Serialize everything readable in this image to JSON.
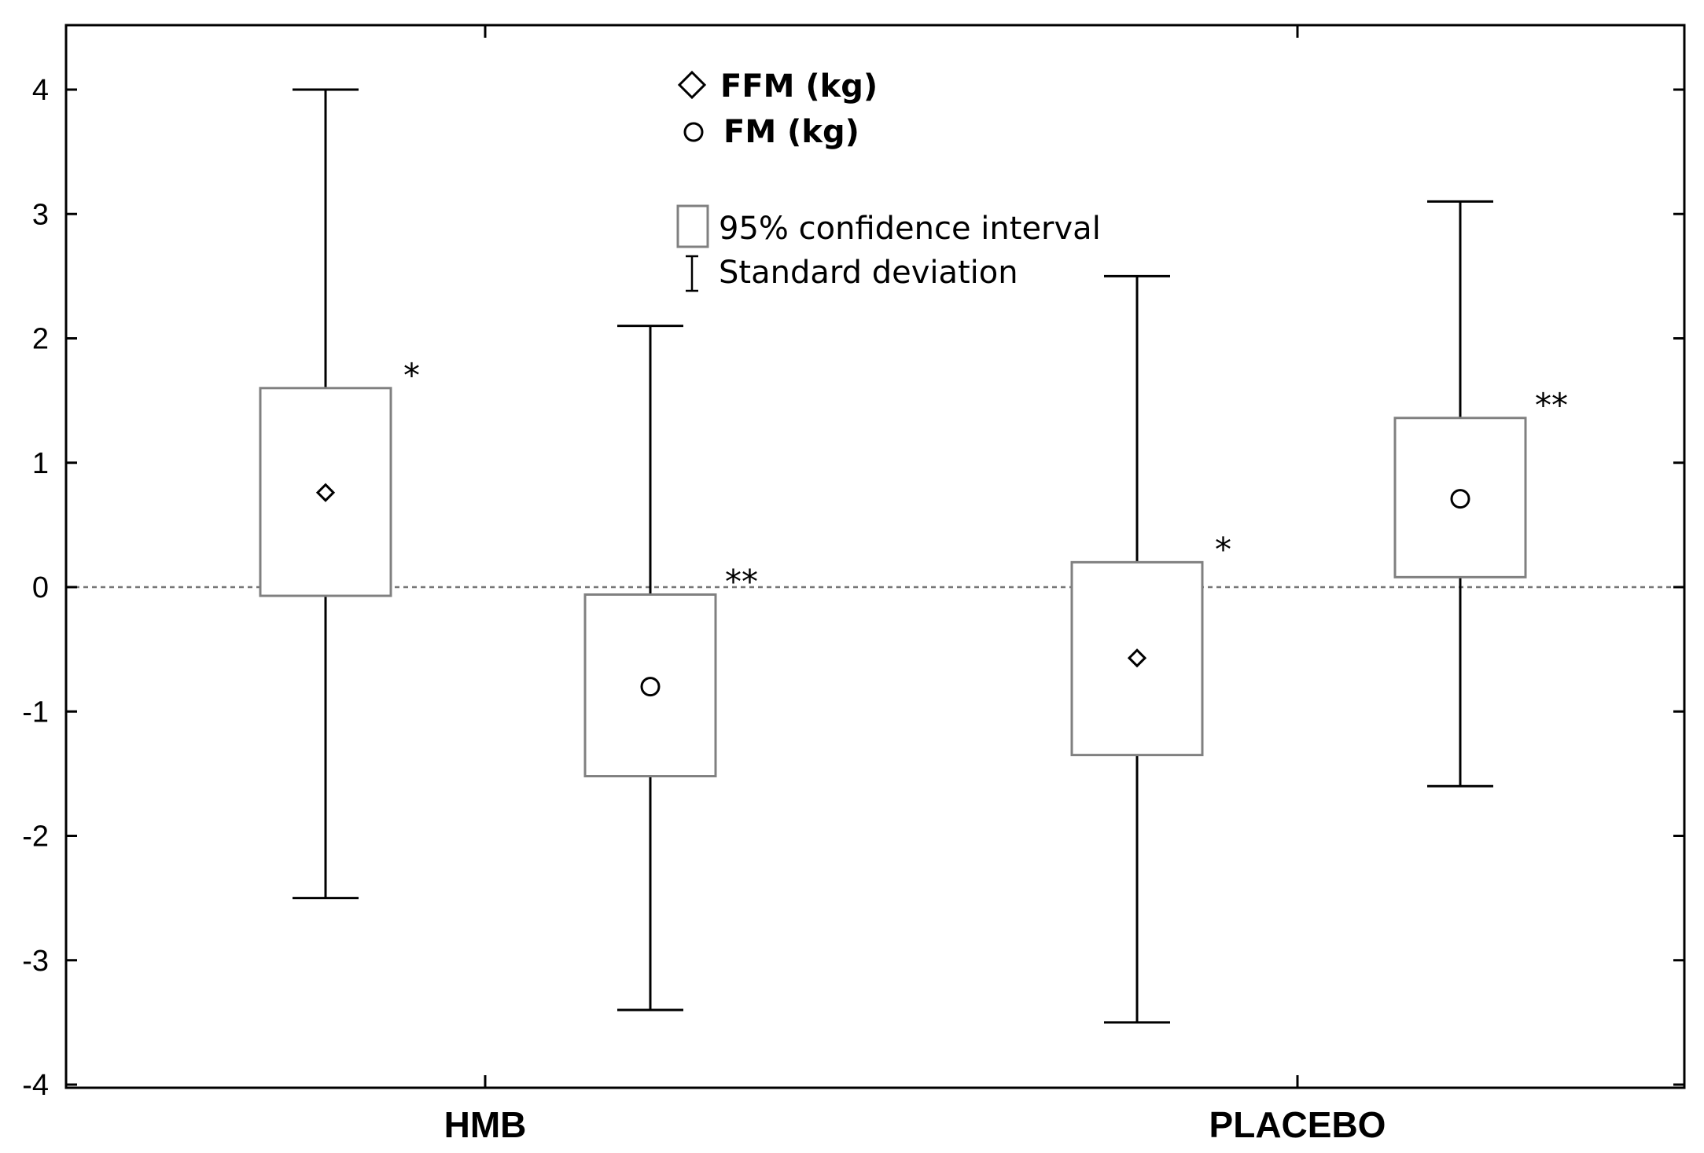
{
  "chart_data": {
    "type": "box",
    "categories": [
      "HMB",
      "PLACEBO"
    ],
    "series": [
      {
        "name": "FFM (kg)",
        "marker": "diamond",
        "values": [
          0.76,
          -0.57
        ]
      },
      {
        "name": "FM (kg)",
        "marker": "circle",
        "values": [
          -0.8,
          0.71
        ]
      }
    ],
    "boxes": [
      {
        "category": "HMB",
        "series": "FFM (kg)",
        "mean": 0.76,
        "ci_low": -0.07,
        "ci_high": 1.6,
        "sd_low": -2.5,
        "sd_high": 4.0,
        "annotation": "*"
      },
      {
        "category": "HMB",
        "series": "FM (kg)",
        "mean": -0.8,
        "ci_low": -1.52,
        "ci_high": -0.06,
        "sd_low": -3.4,
        "sd_high": 2.1,
        "annotation": "**"
      },
      {
        "category": "PLACEBO",
        "series": "FFM (kg)",
        "mean": -0.57,
        "ci_low": -1.35,
        "ci_high": 0.2,
        "sd_low": -3.5,
        "sd_high": 2.5,
        "annotation": "*"
      },
      {
        "category": "PLACEBO",
        "series": "FM (kg)",
        "mean": 0.71,
        "ci_low": 0.08,
        "ci_high": 1.36,
        "sd_low": -1.6,
        "sd_high": 3.1,
        "annotation": "**"
      }
    ],
    "ylim": [
      -4,
      4.5
    ],
    "yticks": [
      "4",
      "3",
      "2",
      "1",
      "0",
      "-1",
      "-2",
      "-3",
      "-4"
    ],
    "reference_line": 0,
    "legend": {
      "position": "top-center",
      "entries": [
        "FFM (kg)",
        "FM (kg)",
        "95% confidence interval",
        "Standard deviation"
      ]
    },
    "title": "",
    "xlabel": "",
    "ylabel": ""
  },
  "colors": {
    "axis": "#000000",
    "box": "#808080",
    "reference": "#777777"
  }
}
